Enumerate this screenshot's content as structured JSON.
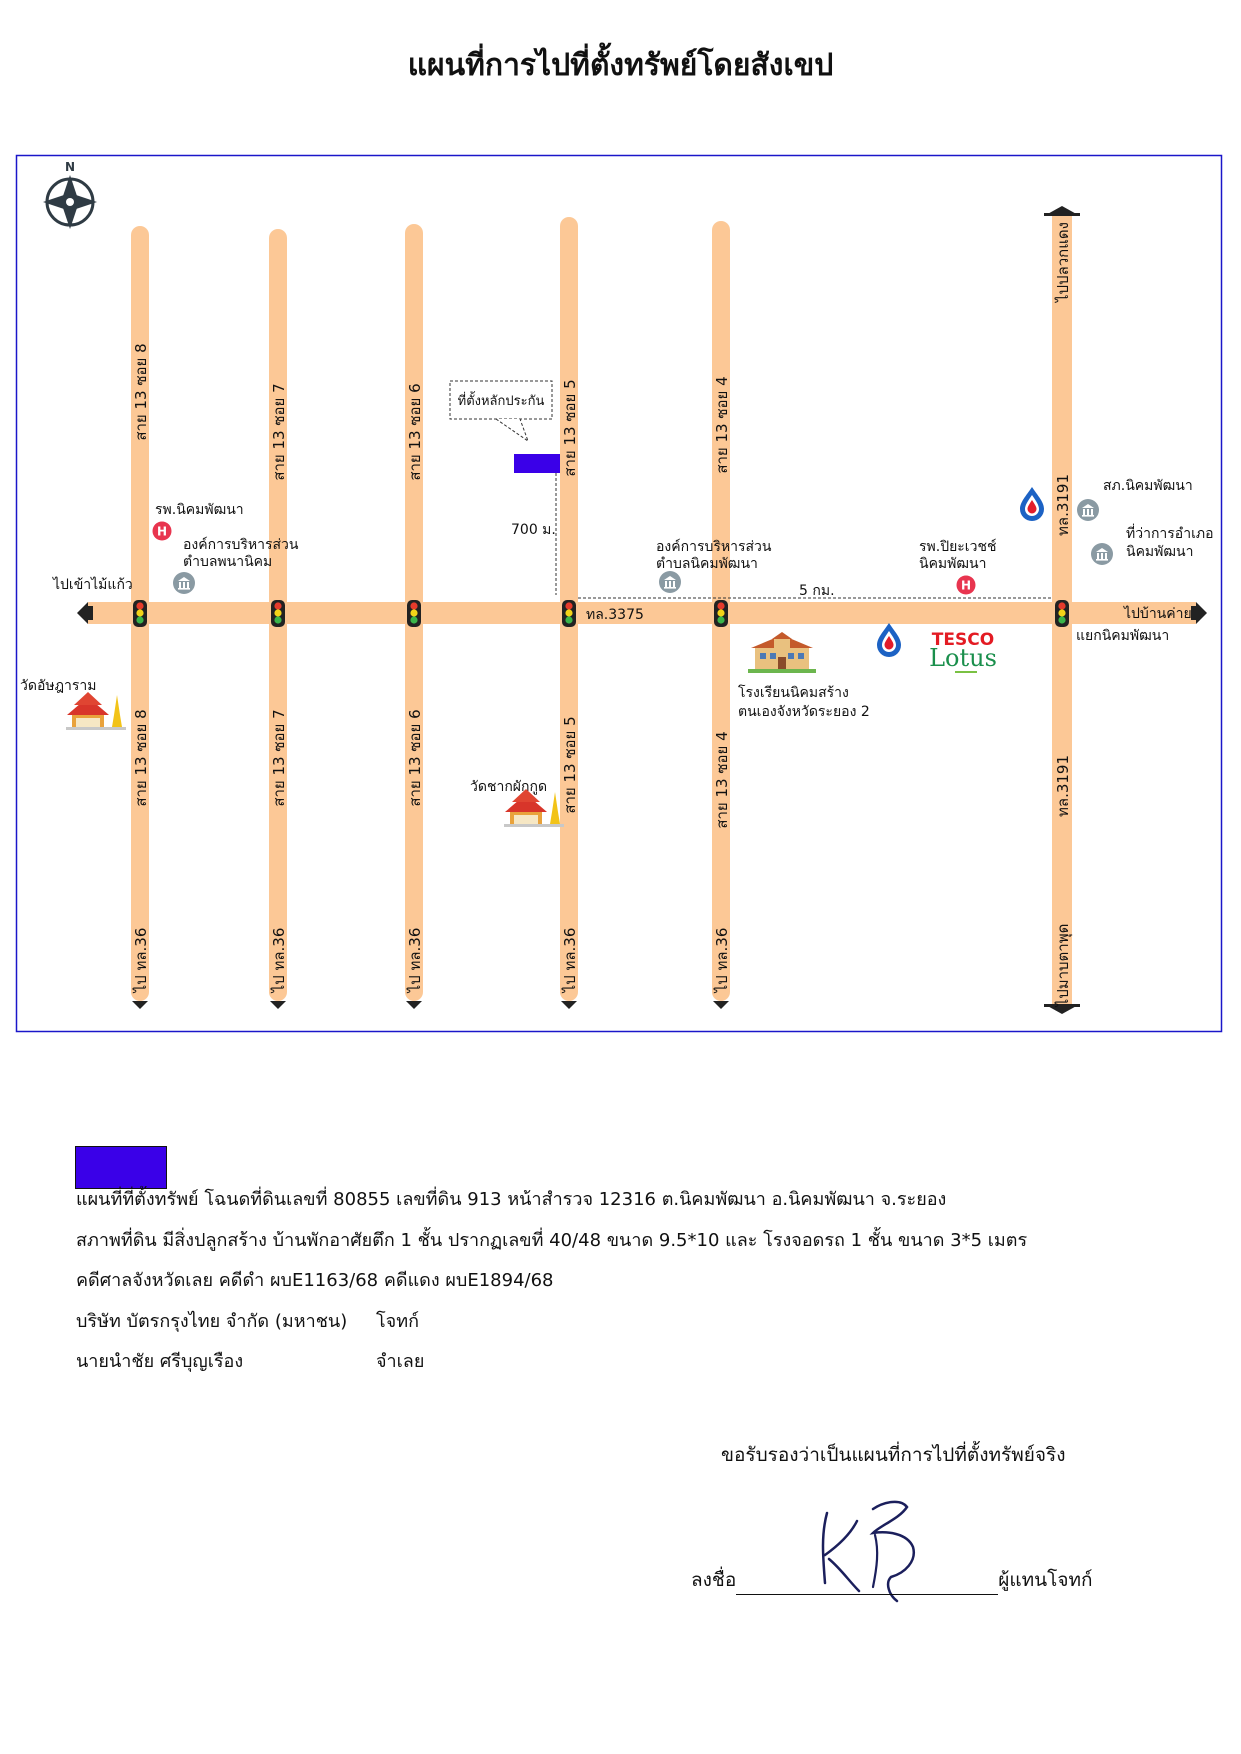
{
  "title": "แผนที่การไปที่ตั้งทรัพย์โดยสังเขป",
  "north": "N",
  "colors": {
    "road": "#fcc896",
    "frame": "#1a16c9",
    "property": "#3a00e8"
  },
  "map": {
    "streets": {
      "soi8": "สาย 13 ซอย 8",
      "soi7": "สาย 13 ซอย 7",
      "soi6": "สาย 13 ซอย 6",
      "soi5": "สาย 13 ซอย 5",
      "soi4": "สาย 13 ซอย 4",
      "to36": "ไป ทล.36",
      "hwy3191": "ทล.3191",
      "to_pluak_daeng": "ไปปลวกแดง",
      "to_map_ta_phut": "ไปมาบตาพุด",
      "hwy3375": "ทล.3375",
      "to_ban_khai": "ไปบ้านค่าย",
      "to_khao_mai_kaeo": "ไปเข้าไม้แก้ว"
    },
    "places": {
      "property": "ที่ตั้งหลักประกัน",
      "dist_700": "700 ม.",
      "dist_5km": "5 กม.",
      "hosp_nikhom_pattana": "รพ.นิคมพัฒนา",
      "sao_phana_nikhom_1": "องค์การบริหารส่วน",
      "sao_phana_nikhom_2": "ตำบลพนานิคม",
      "sao_nikhom_pattana_1": "องค์การบริหารส่วน",
      "sao_nikhom_pattana_2": "ตำบลนิคมพัฒนา",
      "hosp_piyawet_1": "รพ.ปิยะเวชช์",
      "hosp_piyawet_2": "นิคมพัฒนา",
      "police": "สภ.นิคมพัฒนา",
      "district_office_1": "ที่ว่าการอำเภอ",
      "district_office_2": "นิคมพัฒนา",
      "junction": "แยกนิคมพัฒนา",
      "wat_atchayaram": "วัดอัษฎาราม",
      "wat_chak_phak_kut": "วัดชากผักกูด",
      "school_1": "โรงเรียนนิคมสร้าง",
      "school_2": "ตนเองจังหวัดระยอง 2",
      "tesco": "TESCO",
      "lotus": "Lotus"
    }
  },
  "info": {
    "line1": "แผนที่ที่ตั้งทรัพย์ โฉนดที่ดินเลขที่  80855  เลขที่ดิน  913  หน้าสำรวจ  12316  ต.นิคมพัฒนา อ.นิคมพัฒนา จ.ระยอง",
    "line2": "สภาพที่ดิน มีสิ่งปลูกสร้าง บ้านพักอาศัยตึก 1 ชั้น ปรากฏเลขที่ 40/48  ขนาด 9.5*10 และ โรงจอดรถ 1 ชั้น ขนาด 3*5 เมตร",
    "line3": "คดีศาลจังหวัดเลย  คดีดำ ผบE1163/68  คดีแดง ผบE1894/68",
    "plaintiff_name": "บริษัท บัตรกรุงไทย จำกัด (มหาชน)",
    "plaintiff_role": "โจทก์",
    "defendant_name": "นายนำชัย ศรีบุญเรือง",
    "defendant_role": "จำเลย"
  },
  "certify": "ขอรับรองว่าเป็นแผนที่การไปที่ตั้งทรัพย์จริง",
  "sign_prefix": "ลงชื่อ",
  "sign_suffix": "ผู้แทนโจทก์"
}
